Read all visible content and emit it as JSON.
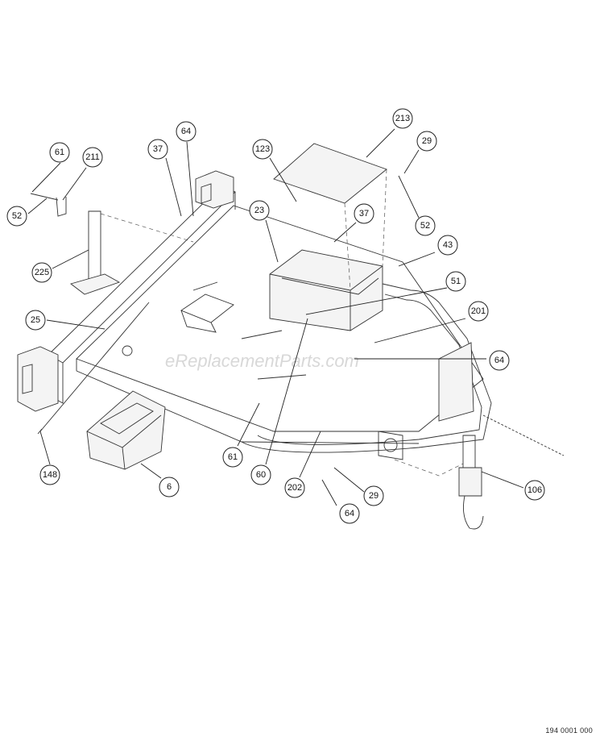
{
  "watermark": "eReplacementParts.com",
  "document_number": "194 0001 000",
  "callouts": [
    {
      "id": "c-61a",
      "label": "61"
    },
    {
      "id": "c-211",
      "label": "211"
    },
    {
      "id": "c-52a",
      "label": "52"
    },
    {
      "id": "c-225",
      "label": "225"
    },
    {
      "id": "c-37a",
      "label": "37"
    },
    {
      "id": "c-64a",
      "label": "64"
    },
    {
      "id": "c-25",
      "label": "25"
    },
    {
      "id": "c-148",
      "label": "148"
    },
    {
      "id": "c-6",
      "label": "6"
    },
    {
      "id": "c-123",
      "label": "123"
    },
    {
      "id": "c-23",
      "label": "23"
    },
    {
      "id": "c-37b",
      "label": "37"
    },
    {
      "id": "c-213",
      "label": "213"
    },
    {
      "id": "c-29a",
      "label": "29"
    },
    {
      "id": "c-52b",
      "label": "52"
    },
    {
      "id": "c-43",
      "label": "43"
    },
    {
      "id": "c-51",
      "label": "51"
    },
    {
      "id": "c-201",
      "label": "201"
    },
    {
      "id": "c-64b",
      "label": "64"
    },
    {
      "id": "c-61b",
      "label": "61"
    },
    {
      "id": "c-60",
      "label": "60"
    },
    {
      "id": "c-202",
      "label": "202"
    },
    {
      "id": "c-29b",
      "label": "29"
    },
    {
      "id": "c-64c",
      "label": "64"
    },
    {
      "id": "c-106",
      "label": "106"
    }
  ]
}
